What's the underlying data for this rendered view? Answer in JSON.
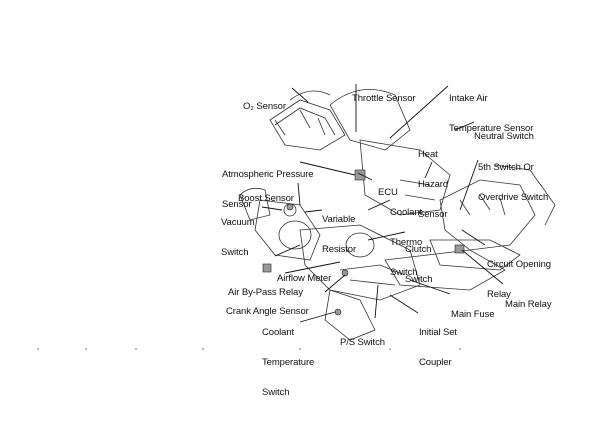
{
  "labels": {
    "o2_sensor": "O₂ Sensor",
    "throttle_sensor": "Throttle Sensor",
    "intake_air_temp_sensor": [
      "Intake Air",
      "Temperature Sensor"
    ],
    "neutral_switch": "Neutral Switch",
    "heat_hazard_sensor": [
      "Heat",
      "Hazard",
      "Sensor"
    ],
    "fifth_switch": [
      "5th Switch Or",
      "Overdrive Switch"
    ],
    "atmospheric_pressure_sensor": [
      "Atmospheric Pressure",
      "Sensor"
    ],
    "ecu": "ECU",
    "boost_sensor": "Boost Sensor",
    "coolant_thermo_switch": [
      "Coolant",
      "Thermo",
      "Switch"
    ],
    "vacuum_switch": [
      "Vacuum",
      "Switch"
    ],
    "variable_resistor": [
      "Variable",
      "Resistor"
    ],
    "clutch_switch": [
      "Clutch",
      "Switch"
    ],
    "circuit_opening_relay": [
      "Circuit Opening",
      "Relay"
    ],
    "airflow_meter": "Airflow Meter",
    "air_bypass_relay": "Air By-Pass Relay",
    "main_relay": "Main Relay",
    "crank_angle_sensor": "Crank Angle Sensor",
    "main_fuse": "Main Fuse",
    "coolant_temp_switch": [
      "Coolant",
      "Temperature",
      "Switch"
    ],
    "ps_switch": "P/S Switch",
    "initial_set_coupler": [
      "Initial Set",
      "Coupler"
    ]
  }
}
